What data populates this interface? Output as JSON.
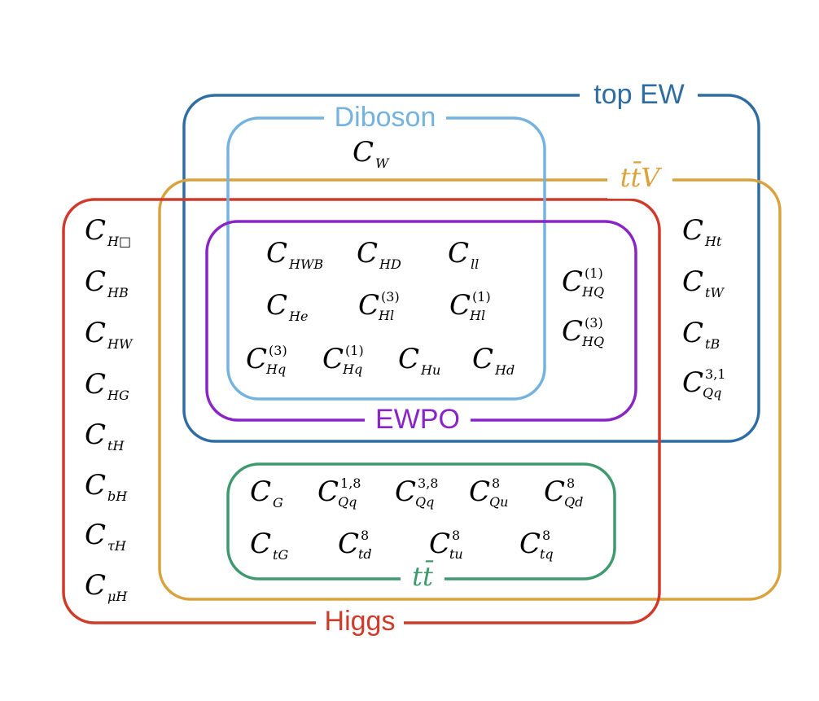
{
  "colors": {
    "top_ew": "#2e6da4",
    "diboson": "#74b3e0",
    "ttv": "#d9a23d",
    "higgs": "#d03a2a",
    "ewpo": "#8a24c7",
    "tt": "#3e9a6e",
    "text": "#000000"
  },
  "groups": {
    "top_ew": "top EW",
    "diboson": "Diboson",
    "ttv": "tt̄V",
    "higgs": "Higgs",
    "ewpo": "EWPO",
    "tt": "tt̄"
  },
  "coefficients": {
    "diboson": [
      {
        "sub": "W",
        "sup": ""
      }
    ],
    "ewpo_diboson": [
      {
        "sub": "HWB",
        "sup": ""
      },
      {
        "sub": "HD",
        "sup": ""
      },
      {
        "sub": "ll",
        "sup": ""
      },
      {
        "sub": "He",
        "sup": ""
      },
      {
        "sub": "Hl",
        "sup": "(3)"
      },
      {
        "sub": "Hl",
        "sup": "(1)"
      },
      {
        "sub": "Hq",
        "sup": "(3)"
      },
      {
        "sub": "Hq",
        "sup": "(1)"
      },
      {
        "sub": "Hu",
        "sup": ""
      },
      {
        "sub": "Hd",
        "sup": ""
      }
    ],
    "ewpo_top": [
      {
        "sub": "HQ",
        "sup": "(1)"
      },
      {
        "sub": "HQ",
        "sup": "(3)"
      }
    ],
    "top_ew_only": [
      {
        "sub": "Ht",
        "sup": ""
      },
      {
        "sub": "tW",
        "sup": ""
      },
      {
        "sub": "tB",
        "sup": ""
      },
      {
        "sub": "Qq",
        "sup": "3,1"
      }
    ],
    "higgs_only": [
      {
        "sub": "H□",
        "sup": ""
      },
      {
        "sub": "HB",
        "sup": ""
      },
      {
        "sub": "HW",
        "sup": ""
      },
      {
        "sub": "HG",
        "sup": ""
      },
      {
        "sub": "tH",
        "sup": ""
      },
      {
        "sub": "bH",
        "sup": ""
      },
      {
        "sub": "τH",
        "sup": ""
      },
      {
        "sub": "μH",
        "sup": ""
      }
    ],
    "tt": [
      {
        "sub": "G",
        "sup": ""
      },
      {
        "sub": "Qq",
        "sup": "1,8"
      },
      {
        "sub": "Qq",
        "sup": "3,8"
      },
      {
        "sub": "Qu",
        "sup": "8"
      },
      {
        "sub": "Qd",
        "sup": "8"
      },
      {
        "sub": "tG",
        "sup": ""
      },
      {
        "sub": "td",
        "sup": "8"
      },
      {
        "sub": "tu",
        "sup": "8"
      },
      {
        "sub": "tq",
        "sup": "8"
      }
    ]
  }
}
